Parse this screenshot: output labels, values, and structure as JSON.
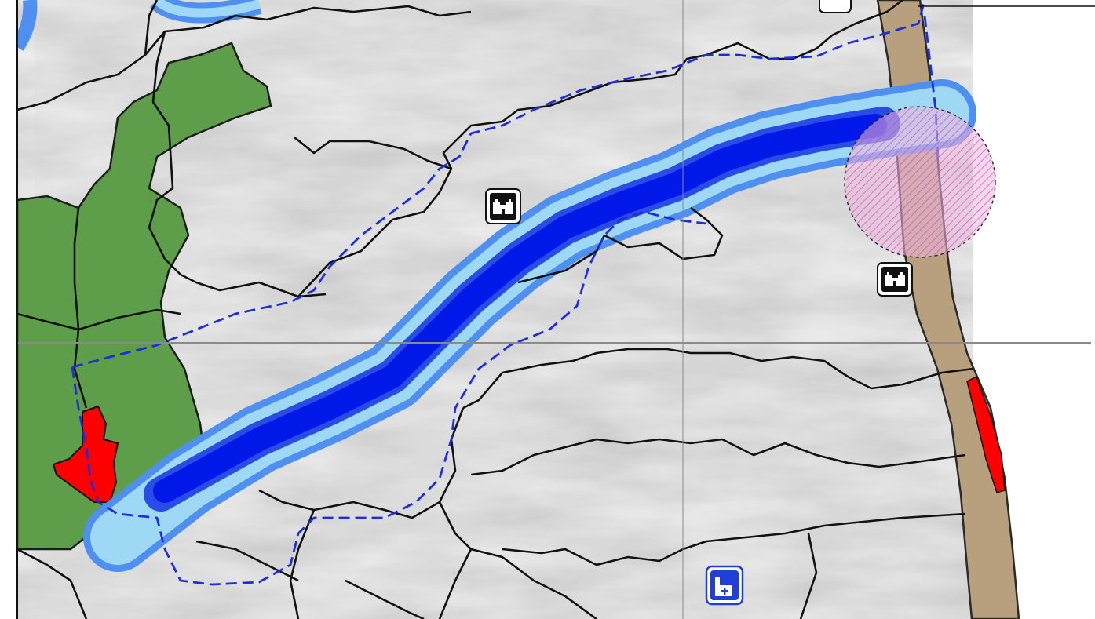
{
  "map": {
    "icons": [
      {
        "name": "castle-icon",
        "glyph": "castle"
      },
      {
        "name": "castle-icon",
        "glyph": "castle"
      },
      {
        "name": "church-icon",
        "glyph": "church"
      }
    ],
    "colors": {
      "page_background": "#ffffff",
      "terrain_base": "#c8c8c8",
      "terrain_shadow": "#8c8c8c",
      "terrain_light": "#f0f0f0",
      "forest_zone": "#5e9e4a",
      "sensitive_area": "#ff0000",
      "coastal_strip": "#b8a07e",
      "flood_outer": "#4f8ff0",
      "flood_middle": "#9ed8f4",
      "flood_core": "#0018e8",
      "basin_boundary_dashed": "#1d2fd8",
      "admin_boundary": "#111111",
      "buffer_zone": "#e8a6d8",
      "graticule": "#8a8a8a"
    }
  }
}
